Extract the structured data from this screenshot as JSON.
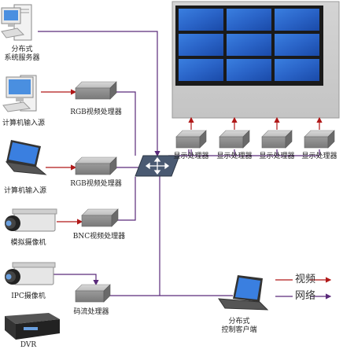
{
  "colors": {
    "video": "#b01818",
    "network": "#5a2a7a"
  },
  "labels": {
    "server": "分布式\n系统服务器",
    "pc_input": "计算机输入源",
    "laptop_input": "计算机输入源",
    "analog_camera": "模拟摄像机",
    "ipc_camera": "IPC摄像机",
    "dvr": "DVR",
    "rgb_proc_1": "RGB视频处理器",
    "rgb_proc_2": "RGB视频处理器",
    "bnc_proc": "BNC视频处理器",
    "stream_proc": "码流处理器",
    "display_proc": "显示处理器",
    "client": "分布式\n控制客户端"
  },
  "legend": {
    "video": "视频",
    "network": "网络"
  },
  "video_wall": {
    "rows": 3,
    "cols": 3
  }
}
